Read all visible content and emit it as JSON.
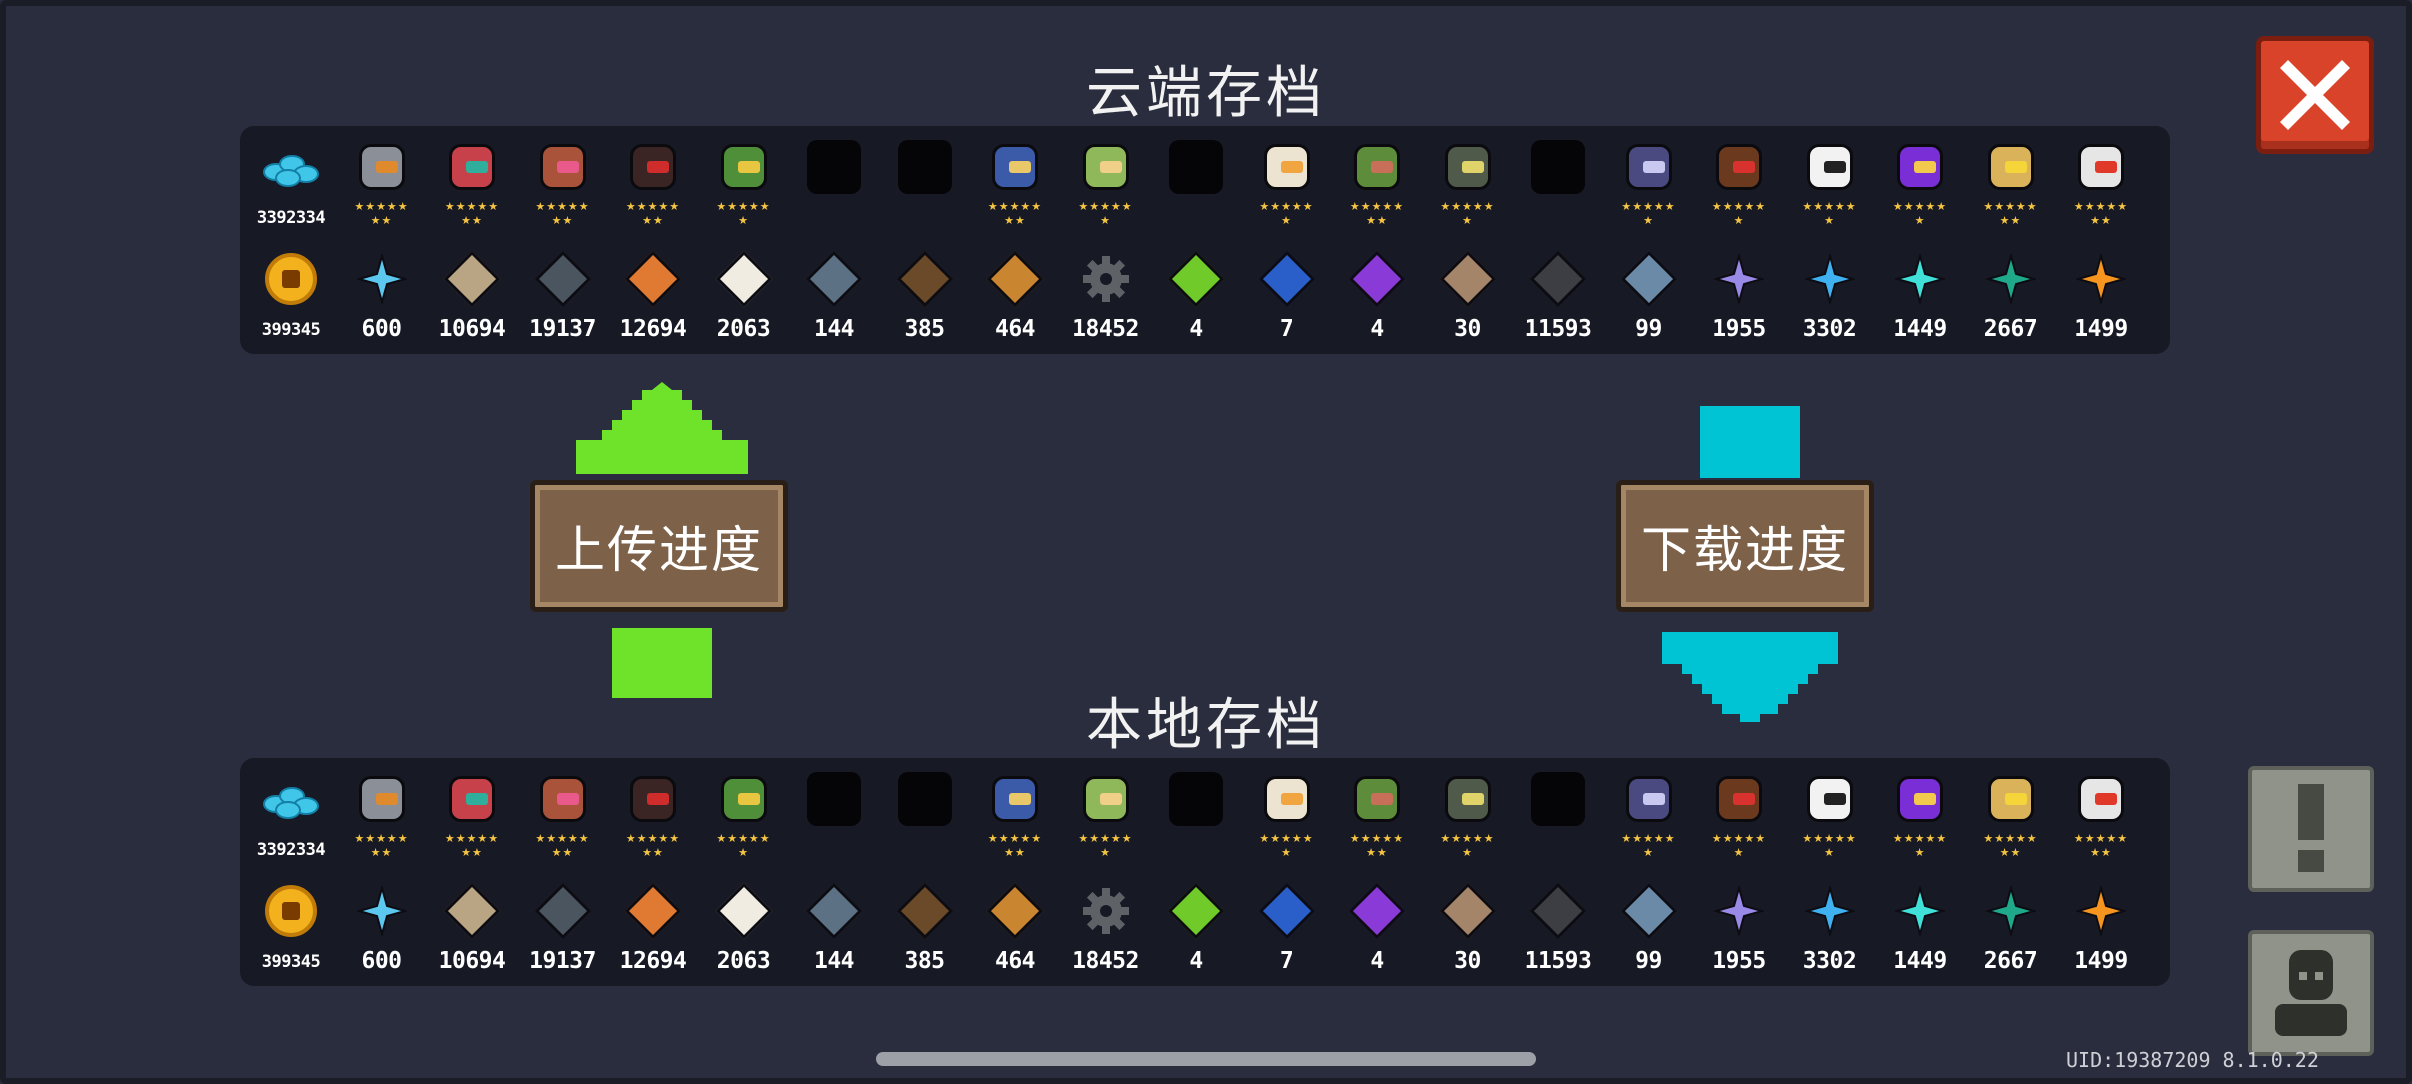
{
  "cloud_title": "云端存档",
  "local_title": "本地存档",
  "upload_label": "上传进度",
  "download_label": "下载进度",
  "uid_text": "UID:19387209 8.1.0.22",
  "colors": {
    "upload_arrow": "#6fe22a",
    "download_arrow": "#00c3d4",
    "close_button": "#d9432a",
    "panel_bg": "#171925",
    "page_bg": "#2a2d3d"
  },
  "gem_count": "3392334",
  "coin_count": "399345",
  "characters": [
    {
      "name": "gems",
      "icon": "gem-blobs-icon",
      "stars": ""
    },
    {
      "name": "knight",
      "icon": "knight-icon",
      "color": "#8a8f98",
      "visor": "#e08a2e",
      "stars": "★★★★★★★"
    },
    {
      "name": "rogue",
      "icon": "rogue-icon",
      "color": "#c7414a",
      "visor": "#2fae9c",
      "stars": "★★★★★★★"
    },
    {
      "name": "witch",
      "icon": "witch-icon",
      "color": "#a8533a",
      "visor": "#e95a8b",
      "stars": "★★★★★★★"
    },
    {
      "name": "assassin",
      "icon": "assassin-icon",
      "color": "#3a2424",
      "visor": "#cf2c2c",
      "stars": "★★★★★★★"
    },
    {
      "name": "engineer",
      "icon": "engineer-icon",
      "color": "#4f8f3a",
      "visor": "#e8c642",
      "stars": "★★★★★★"
    },
    {
      "name": "locked-1",
      "icon": "locked-silhouette-icon",
      "stars": ""
    },
    {
      "name": "locked-2",
      "icon": "locked-silhouette-icon",
      "stars": ""
    },
    {
      "name": "paladin",
      "icon": "paladin-icon",
      "color": "#3b5aa8",
      "visor": "#e9c86a",
      "stars": "★★★★★★★"
    },
    {
      "name": "elf",
      "icon": "elf-icon",
      "color": "#8fb85a",
      "visor": "#f0d088",
      "stars": "★★★★★★"
    },
    {
      "name": "locked-3",
      "icon": "locked-silhouette-icon",
      "stars": ""
    },
    {
      "name": "priest",
      "icon": "priest-icon",
      "color": "#ece3d0",
      "visor": "#f0a540",
      "stars": "★★★★★★"
    },
    {
      "name": "druid",
      "icon": "druid-icon",
      "color": "#5d8c3a",
      "visor": "#c86f5a",
      "stars": "★★★★★★★"
    },
    {
      "name": "robot",
      "icon": "robot-icon",
      "color": "#4f5a4a",
      "visor": "#e0d36a",
      "stars": "★★★★★★"
    },
    {
      "name": "locked-4",
      "icon": "locked-silhouette-icon",
      "stars": ""
    },
    {
      "name": "vampire",
      "icon": "vampire-icon",
      "color": "#4b4a80",
      "visor": "#c8c8f0",
      "stars": "★★★★★★"
    },
    {
      "name": "berserker",
      "icon": "berserker-icon",
      "color": "#6b3a1e",
      "visor": "#d8322e",
      "stars": "★★★★★★"
    },
    {
      "name": "swordsman",
      "icon": "swordsman-icon",
      "color": "#f2f2f2",
      "visor": "#222222",
      "stars": "★★★★★★"
    },
    {
      "name": "wizard",
      "icon": "wizard-icon",
      "color": "#7a2fd6",
      "visor": "#f2c94c",
      "stars": "★★★★★★"
    },
    {
      "name": "mechanic",
      "icon": "mechanic-icon",
      "color": "#d9b25a",
      "visor": "#f5d53a",
      "stars": "★★★★★★★"
    },
    {
      "name": "demon",
      "icon": "demon-icon",
      "color": "#e6e6e6",
      "visor": "#e0392a",
      "stars": "★★★★★★★"
    }
  ],
  "materials": [
    {
      "name": "coin",
      "icon": "gold-coin-icon",
      "count": "399345"
    },
    {
      "name": "orb",
      "icon": "crystal-orb-icon",
      "color": "#5cc7ef",
      "count": "600"
    },
    {
      "name": "parchment",
      "icon": "parchment-icon",
      "color": "#b9a584",
      "count": "10694"
    },
    {
      "name": "battery",
      "icon": "battery-icon",
      "color": "#4a5560",
      "count": "19137"
    },
    {
      "name": "ore",
      "icon": "copper-ore-icon",
      "color": "#e07a32",
      "count": "12694"
    },
    {
      "name": "sack",
      "icon": "sack-icon",
      "color": "#f0ece2",
      "count": "2063"
    },
    {
      "name": "fish",
      "icon": "fish-icon",
      "color": "#5c7284",
      "count": "144"
    },
    {
      "name": "boot",
      "icon": "boot-icon",
      "color": "#6b4a2a",
      "count": "385"
    },
    {
      "name": "shell",
      "icon": "shell-icon",
      "color": "#c9852f",
      "count": "464"
    },
    {
      "name": "gear",
      "icon": "gear-icon",
      "color": "#5e6166",
      "count": "18452"
    },
    {
      "name": "seed-green",
      "icon": "seed-green-icon",
      "color": "#6fca2a",
      "count": "4"
    },
    {
      "name": "seed-blue",
      "icon": "seed-blue-icon",
      "color": "#2a5fc9",
      "count": "7"
    },
    {
      "name": "seed-purple",
      "icon": "seed-purple-icon",
      "color": "#8a3ad6",
      "count": "4"
    },
    {
      "name": "box",
      "icon": "supply-box-icon",
      "color": "#a5856a",
      "count": "30"
    },
    {
      "name": "coal",
      "icon": "coal-icon",
      "color": "#3c3e44",
      "count": "11593"
    },
    {
      "name": "feather",
      "icon": "feather-icon",
      "color": "#6a8aa8",
      "count": "99"
    },
    {
      "name": "crystal-purple",
      "icon": "crystal-purple-icon",
      "color": "#9a8ae8",
      "count": "1955"
    },
    {
      "name": "crystal-blue",
      "icon": "crystal-blue-icon",
      "color": "#3fb0f0",
      "count": "3302"
    },
    {
      "name": "crystal-cyan",
      "icon": "crystal-cyan-icon",
      "color": "#40e0d8",
      "count": "1449"
    },
    {
      "name": "crystal-teal",
      "icon": "crystal-teal-icon",
      "color": "#1fa88a",
      "count": "2667"
    },
    {
      "name": "crystal-orange",
      "icon": "crystal-orange-icon",
      "color": "#f5951f",
      "count": "1499"
    }
  ]
}
